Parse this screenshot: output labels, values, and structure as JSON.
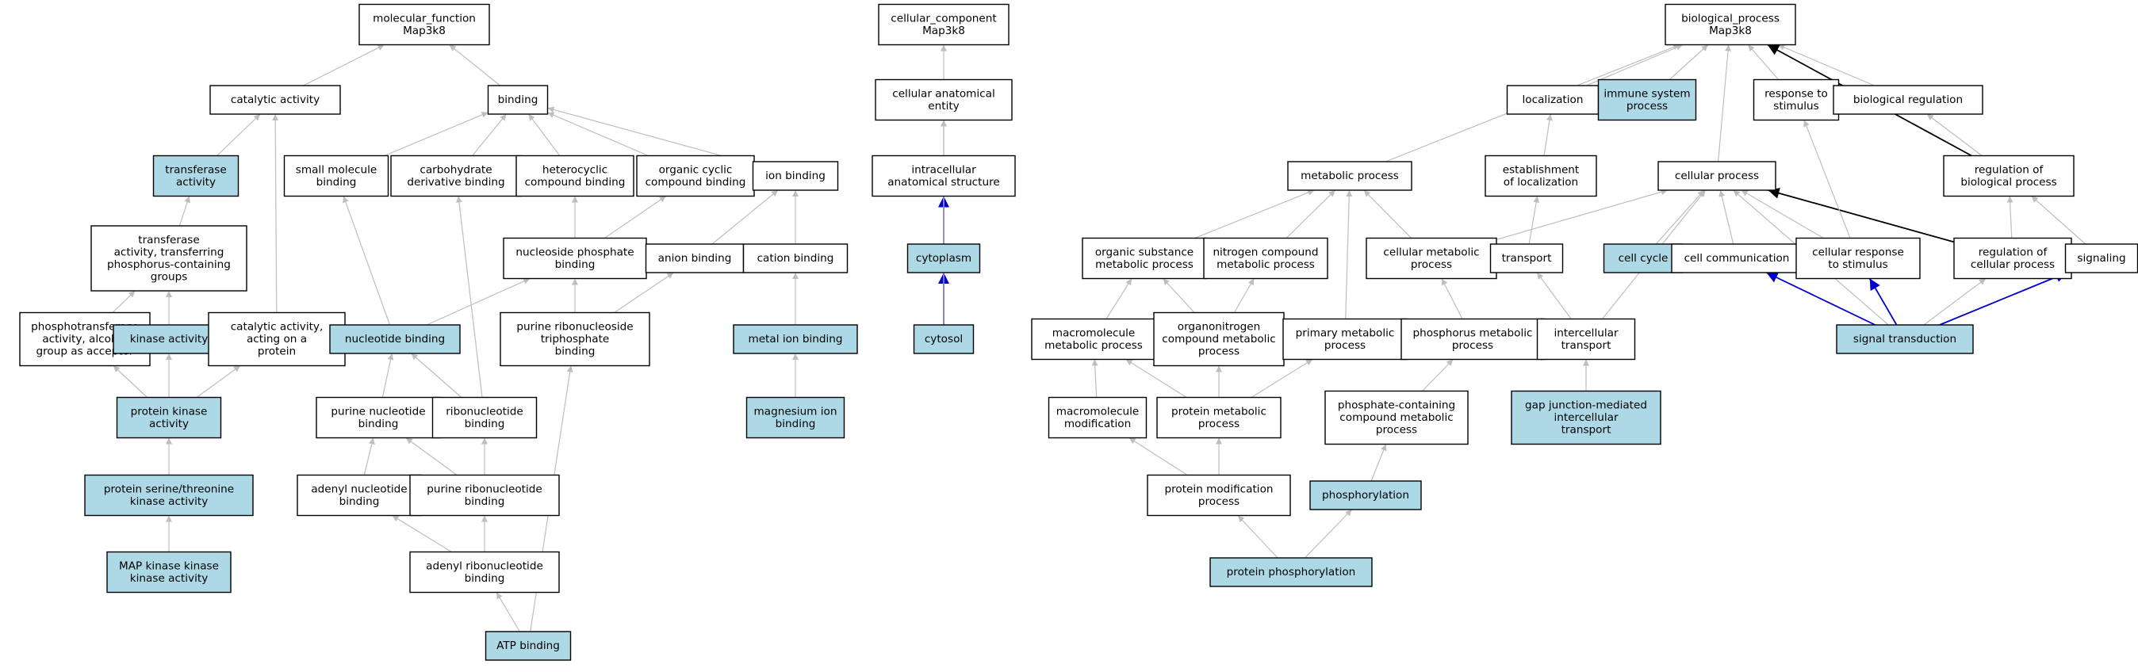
{
  "colors": {
    "annotated_fill": "#add8e6",
    "plain_fill": "#ffffff",
    "node_border": "#000000",
    "edge_default": "#bebebe",
    "edge_black": "#000000",
    "edge_blue": "#0000cd"
  },
  "nodes": [
    {
      "id": "mf",
      "label": [
        "molecular_function",
        "Map3k8"
      ],
      "annotated": false
    },
    {
      "id": "catalytic",
      "label": [
        "catalytic activity"
      ],
      "annotated": false
    },
    {
      "id": "binding",
      "label": [
        "binding"
      ],
      "annotated": false
    },
    {
      "id": "transferase",
      "label": [
        "transferase",
        "activity"
      ],
      "annotated": true
    },
    {
      "id": "smallmol",
      "label": [
        "small molecule",
        "binding"
      ],
      "annotated": false
    },
    {
      "id": "carbo",
      "label": [
        "carbohydrate",
        "derivative binding"
      ],
      "annotated": false
    },
    {
      "id": "hetero",
      "label": [
        "heterocyclic",
        "compound binding"
      ],
      "annotated": false
    },
    {
      "id": "orgcyc",
      "label": [
        "organic cyclic",
        "compound binding"
      ],
      "annotated": false
    },
    {
      "id": "ionb",
      "label": [
        "ion binding"
      ],
      "annotated": false
    },
    {
      "id": "transf_p",
      "label": [
        "transferase",
        "activity, transferring",
        "phosphorus-containing",
        "groups"
      ],
      "annotated": false
    },
    {
      "id": "nucphos",
      "label": [
        "nucleoside phosphate",
        "binding"
      ],
      "annotated": false
    },
    {
      "id": "anion",
      "label": [
        "anion binding"
      ],
      "annotated": false
    },
    {
      "id": "cation",
      "label": [
        "cation binding"
      ],
      "annotated": false
    },
    {
      "id": "phosphotr",
      "label": [
        "phosphotransferase",
        "activity, alcohol",
        "group as acceptor"
      ],
      "annotated": false
    },
    {
      "id": "kinase",
      "label": [
        "kinase activity"
      ],
      "annotated": true
    },
    {
      "id": "cat_prot",
      "label": [
        "catalytic activity,",
        "acting on a",
        "protein"
      ],
      "annotated": false
    },
    {
      "id": "nucleotide",
      "label": [
        "nucleotide binding"
      ],
      "annotated": true
    },
    {
      "id": "purribtri",
      "label": [
        "purine ribonucleoside",
        "triphosphate",
        "binding"
      ],
      "annotated": false
    },
    {
      "id": "metalion",
      "label": [
        "metal ion binding"
      ],
      "annotated": true
    },
    {
      "id": "protkin",
      "label": [
        "protein kinase",
        "activity"
      ],
      "annotated": true
    },
    {
      "id": "purnuc",
      "label": [
        "purine nucleotide",
        "binding"
      ],
      "annotated": false
    },
    {
      "id": "ribonuc",
      "label": [
        "ribonucleotide",
        "binding"
      ],
      "annotated": false
    },
    {
      "id": "magnesium",
      "label": [
        "magnesium ion",
        "binding"
      ],
      "annotated": true
    },
    {
      "id": "serthr",
      "label": [
        "protein serine/threonine",
        "kinase activity"
      ],
      "annotated": true
    },
    {
      "id": "adenyl",
      "label": [
        "adenyl nucleotide",
        "binding"
      ],
      "annotated": false
    },
    {
      "id": "purribnuc",
      "label": [
        "purine ribonucleotide",
        "binding"
      ],
      "annotated": false
    },
    {
      "id": "mapkkk",
      "label": [
        "MAP kinase kinase",
        "kinase activity"
      ],
      "annotated": true
    },
    {
      "id": "adenylrib",
      "label": [
        "adenyl ribonucleotide",
        "binding"
      ],
      "annotated": false
    },
    {
      "id": "atp",
      "label": [
        "ATP binding"
      ],
      "annotated": true
    },
    {
      "id": "cc",
      "label": [
        "cellular_component",
        "Map3k8"
      ],
      "annotated": false
    },
    {
      "id": "cae",
      "label": [
        "cellular anatomical",
        "entity"
      ],
      "annotated": false
    },
    {
      "id": "intra",
      "label": [
        "intracellular",
        "anatomical structure"
      ],
      "annotated": false
    },
    {
      "id": "cytoplasm",
      "label": [
        "cytoplasm"
      ],
      "annotated": true
    },
    {
      "id": "cytosol",
      "label": [
        "cytosol"
      ],
      "annotated": true
    },
    {
      "id": "bp",
      "label": [
        "biological_process",
        "Map3k8"
      ],
      "annotated": false
    },
    {
      "id": "localization",
      "label": [
        "localization"
      ],
      "annotated": false
    },
    {
      "id": "immune",
      "label": [
        "immune system",
        "process"
      ],
      "annotated": true
    },
    {
      "id": "resp",
      "label": [
        "response to",
        "stimulus"
      ],
      "annotated": false
    },
    {
      "id": "bioreg",
      "label": [
        "biological regulation"
      ],
      "annotated": false
    },
    {
      "id": "metab",
      "label": [
        "metabolic process"
      ],
      "annotated": false
    },
    {
      "id": "estloc",
      "label": [
        "establishment",
        "of localization"
      ],
      "annotated": false
    },
    {
      "id": "cellproc",
      "label": [
        "cellular process"
      ],
      "annotated": false
    },
    {
      "id": "regbio",
      "label": [
        "regulation of",
        "biological process"
      ],
      "annotated": false
    },
    {
      "id": "orgsub",
      "label": [
        "organic substance",
        "metabolic process"
      ],
      "annotated": false
    },
    {
      "id": "nitro",
      "label": [
        "nitrogen compound",
        "metabolic process"
      ],
      "annotated": false
    },
    {
      "id": "cellmet",
      "label": [
        "cellular metabolic",
        "process"
      ],
      "annotated": false
    },
    {
      "id": "transport",
      "label": [
        "transport"
      ],
      "annotated": false
    },
    {
      "id": "cellcycle",
      "label": [
        "cell cycle"
      ],
      "annotated": true
    },
    {
      "id": "cellcomm",
      "label": [
        "cell communication"
      ],
      "annotated": false
    },
    {
      "id": "cellresp",
      "label": [
        "cellular response",
        "to stimulus"
      ],
      "annotated": false
    },
    {
      "id": "regcell",
      "label": [
        "regulation of",
        "cellular process"
      ],
      "annotated": false
    },
    {
      "id": "signaling",
      "label": [
        "signaling"
      ],
      "annotated": false
    },
    {
      "id": "macromet",
      "label": [
        "macromolecule",
        "metabolic process"
      ],
      "annotated": false
    },
    {
      "id": "organonit",
      "label": [
        "organonitrogen",
        "compound metabolic",
        "process"
      ],
      "annotated": false
    },
    {
      "id": "primmet",
      "label": [
        "primary metabolic",
        "process"
      ],
      "annotated": false
    },
    {
      "id": "phosmet",
      "label": [
        "phosphorus metabolic",
        "process"
      ],
      "annotated": false
    },
    {
      "id": "intratrans",
      "label": [
        "intercellular",
        "transport"
      ],
      "annotated": false
    },
    {
      "id": "sigtrans",
      "label": [
        "signal transduction"
      ],
      "annotated": true
    },
    {
      "id": "macromod",
      "label": [
        "macromolecule",
        "modification"
      ],
      "annotated": false
    },
    {
      "id": "protmet",
      "label": [
        "protein metabolic",
        "process"
      ],
      "annotated": false
    },
    {
      "id": "phoscont",
      "label": [
        "phosphate-containing",
        "compound metabolic",
        "process"
      ],
      "annotated": false
    },
    {
      "id": "gapjunc",
      "label": [
        "gap junction-mediated",
        "intercellular",
        "transport"
      ],
      "annotated": true
    },
    {
      "id": "protmod",
      "label": [
        "protein modification",
        "process"
      ],
      "annotated": false
    },
    {
      "id": "phosphorylation",
      "label": [
        "phosphorylation"
      ],
      "annotated": true
    },
    {
      "id": "protphos",
      "label": [
        "protein phosphorylation"
      ],
      "annotated": true
    }
  ],
  "edges": [
    {
      "from": "catalytic",
      "to": "mf",
      "style": "default"
    },
    {
      "from": "binding",
      "to": "mf",
      "style": "default"
    },
    {
      "from": "transferase",
      "to": "catalytic",
      "style": "default"
    },
    {
      "from": "cat_prot",
      "to": "catalytic",
      "style": "default"
    },
    {
      "from": "transf_p",
      "to": "transferase",
      "style": "default"
    },
    {
      "from": "phosphotr",
      "to": "transf_p",
      "style": "default"
    },
    {
      "from": "kinase",
      "to": "transf_p",
      "style": "default"
    },
    {
      "from": "protkin",
      "to": "phosphotr",
      "style": "default"
    },
    {
      "from": "protkin",
      "to": "kinase",
      "style": "default"
    },
    {
      "from": "protkin",
      "to": "cat_prot",
      "style": "default"
    },
    {
      "from": "serthr",
      "to": "protkin",
      "style": "default"
    },
    {
      "from": "mapkkk",
      "to": "serthr",
      "style": "default"
    },
    {
      "from": "smallmol",
      "to": "binding",
      "style": "default"
    },
    {
      "from": "carbo",
      "to": "binding",
      "style": "default"
    },
    {
      "from": "hetero",
      "to": "binding",
      "style": "default"
    },
    {
      "from": "orgcyc",
      "to": "binding",
      "style": "default"
    },
    {
      "from": "ionb",
      "to": "binding",
      "style": "default"
    },
    {
      "from": "nucphos",
      "to": "hetero",
      "style": "default"
    },
    {
      "from": "nucphos",
      "to": "orgcyc",
      "style": "default"
    },
    {
      "from": "anion",
      "to": "ionb",
      "style": "default"
    },
    {
      "from": "cation",
      "to": "ionb",
      "style": "default"
    },
    {
      "from": "metalion",
      "to": "cation",
      "style": "default"
    },
    {
      "from": "magnesium",
      "to": "metalion",
      "style": "default"
    },
    {
      "from": "nucleotide",
      "to": "smallmol",
      "style": "default"
    },
    {
      "from": "nucleotide",
      "to": "nucphos",
      "style": "default"
    },
    {
      "from": "purribtri",
      "to": "nucphos",
      "style": "default"
    },
    {
      "from": "purribtri",
      "to": "anion",
      "style": "default"
    },
    {
      "from": "purnuc",
      "to": "nucleotide",
      "style": "default"
    },
    {
      "from": "ribonuc",
      "to": "nucleotide",
      "style": "default"
    },
    {
      "from": "ribonuc",
      "to": "carbo",
      "style": "default"
    },
    {
      "from": "adenyl",
      "to": "purnuc",
      "style": "default"
    },
    {
      "from": "purribnuc",
      "to": "purnuc",
      "style": "default"
    },
    {
      "from": "purribnuc",
      "to": "ribonuc",
      "style": "default"
    },
    {
      "from": "adenylrib",
      "to": "adenyl",
      "style": "default"
    },
    {
      "from": "adenylrib",
      "to": "purribnuc",
      "style": "default"
    },
    {
      "from": "atp",
      "to": "adenylrib",
      "style": "default"
    },
    {
      "from": "atp",
      "to": "purribtri",
      "style": "default"
    },
    {
      "from": "cae",
      "to": "cc",
      "style": "default"
    },
    {
      "from": "intra",
      "to": "cae",
      "style": "default"
    },
    {
      "from": "cytoplasm",
      "to": "intra",
      "style": "blue"
    },
    {
      "from": "cytoplasm",
      "to": "cae",
      "style": "default"
    },
    {
      "from": "cytosol",
      "to": "cytoplasm",
      "style": "blue"
    },
    {
      "from": "cytosol",
      "to": "cae",
      "style": "default"
    },
    {
      "from": "metab",
      "to": "bp",
      "style": "default"
    },
    {
      "from": "localization",
      "to": "bp",
      "style": "default"
    },
    {
      "from": "immune",
      "to": "bp",
      "style": "default"
    },
    {
      "from": "cellproc",
      "to": "bp",
      "style": "default"
    },
    {
      "from": "resp",
      "to": "bp",
      "style": "default"
    },
    {
      "from": "bioreg",
      "to": "bp",
      "style": "default"
    },
    {
      "from": "regbio",
      "to": "bp",
      "style": "black"
    },
    {
      "from": "estloc",
      "to": "localization",
      "style": "default"
    },
    {
      "from": "regbio",
      "to": "bioreg",
      "style": "default"
    },
    {
      "from": "orgsub",
      "to": "metab",
      "style": "default"
    },
    {
      "from": "nitro",
      "to": "metab",
      "style": "default"
    },
    {
      "from": "cellmet",
      "to": "metab",
      "style": "default"
    },
    {
      "from": "primmet",
      "to": "metab",
      "style": "default"
    },
    {
      "from": "transport",
      "to": "estloc",
      "style": "default"
    },
    {
      "from": "cellmet",
      "to": "cellproc",
      "style": "default"
    },
    {
      "from": "intratrans",
      "to": "cellproc",
      "style": "default"
    },
    {
      "from": "cellcycle",
      "to": "cellproc",
      "style": "default"
    },
    {
      "from": "cellcomm",
      "to": "cellproc",
      "style": "default"
    },
    {
      "from": "cellresp",
      "to": "cellproc",
      "style": "default"
    },
    {
      "from": "regcell",
      "to": "cellproc",
      "style": "black"
    },
    {
      "from": "sigtrans",
      "to": "cellproc",
      "style": "default"
    },
    {
      "from": "cellresp",
      "to": "resp",
      "style": "default"
    },
    {
      "from": "regcell",
      "to": "regbio",
      "style": "default"
    },
    {
      "from": "signaling",
      "to": "regbio",
      "style": "default"
    },
    {
      "from": "macromet",
      "to": "orgsub",
      "style": "default"
    },
    {
      "from": "organonit",
      "to": "orgsub",
      "style": "default"
    },
    {
      "from": "organonit",
      "to": "nitro",
      "style": "default"
    },
    {
      "from": "phosmet",
      "to": "cellmet",
      "style": "default"
    },
    {
      "from": "intratrans",
      "to": "transport",
      "style": "default"
    },
    {
      "from": "sigtrans",
      "to": "cellcomm",
      "style": "blue"
    },
    {
      "from": "sigtrans",
      "to": "cellresp",
      "style": "blue"
    },
    {
      "from": "sigtrans",
      "to": "signaling",
      "style": "blue"
    },
    {
      "from": "sigtrans",
      "to": "regcell",
      "style": "default"
    },
    {
      "from": "macromod",
      "to": "macromet",
      "style": "default"
    },
    {
      "from": "protmet",
      "to": "macromet",
      "style": "default"
    },
    {
      "from": "protmet",
      "to": "organonit",
      "style": "default"
    },
    {
      "from": "protmet",
      "to": "primmet",
      "style": "default"
    },
    {
      "from": "phoscont",
      "to": "phosmet",
      "style": "default"
    },
    {
      "from": "gapjunc",
      "to": "intratrans",
      "style": "default"
    },
    {
      "from": "protmod",
      "to": "macromod",
      "style": "default"
    },
    {
      "from": "protmod",
      "to": "protmet",
      "style": "default"
    },
    {
      "from": "phosphorylation",
      "to": "phoscont",
      "style": "default"
    },
    {
      "from": "protphos",
      "to": "protmod",
      "style": "default"
    },
    {
      "from": "protphos",
      "to": "phosphorylation",
      "style": "default"
    }
  ]
}
